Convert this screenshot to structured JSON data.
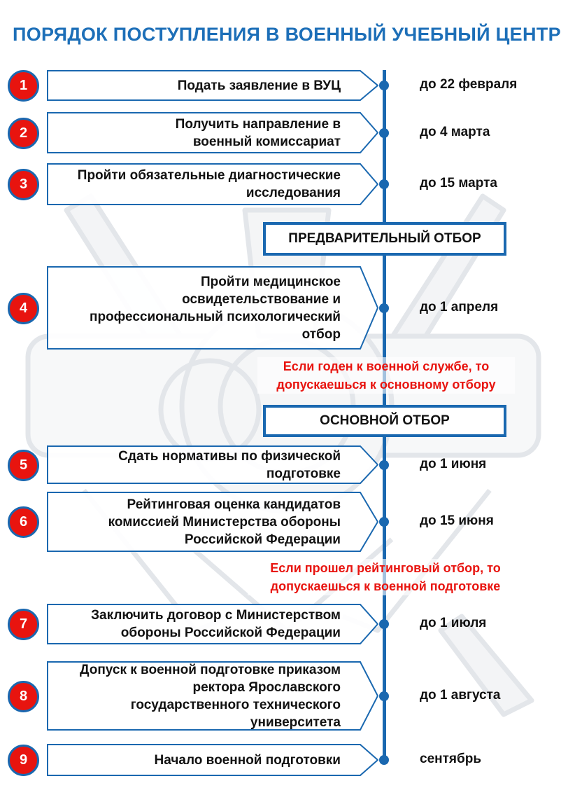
{
  "title": "ПОРЯДОК ПОСТУПЛЕНИЯ В ВОЕННЫЙ УЧЕБНЫЙ ЦЕНТР",
  "colors": {
    "accent": "#1a68b0",
    "number_fill": "#e8140f",
    "note_text": "#e8140f"
  },
  "steps": [
    {
      "num": "1",
      "lines": [
        "Подать заявление в ВУЦ"
      ],
      "date": "до 22 февраля"
    },
    {
      "num": "2",
      "lines": [
        "Получить направление в",
        "военный комиссариат"
      ],
      "date": "до 4 марта"
    },
    {
      "num": "3",
      "lines": [
        "Пройти обязательные диагностические",
        "исследования"
      ],
      "date": "до 15 марта"
    },
    {
      "num": "4",
      "lines": [
        "Пройти медицинское",
        "освидетельствование и",
        "профессиональный психологический",
        "отбор"
      ],
      "date": "до 1 апреля"
    },
    {
      "num": "5",
      "lines": [
        "Сдать нормативы по физической",
        "подготовке"
      ],
      "date": "до 1 июня"
    },
    {
      "num": "6",
      "lines": [
        "Рейтинговая оценка кандидатов",
        "комиссией Министерства обороны",
        "Российской Федерации"
      ],
      "date": "до 15 июня"
    },
    {
      "num": "7",
      "lines": [
        "Заключить договор с Министерством",
        "обороны Российской Федерации"
      ],
      "date": "до 1 июля"
    },
    {
      "num": "8",
      "lines": [
        "Допуск к военной подготовке приказом",
        "ректора Ярославского",
        "государственного технического",
        "университета"
      ],
      "date": "до 1 августа"
    },
    {
      "num": "9",
      "lines": [
        "Начало военной подготовки"
      ],
      "date": "сентябрь"
    }
  ],
  "stages": {
    "preliminary": "ПРЕДВАРИТЕЛЬНЫЙ ОТБОР",
    "main": "ОСНОВНОЙ ОТБОР"
  },
  "notes": {
    "note1": [
      "Если годен к военной службе, то",
      "допускаешься к основному отбору"
    ],
    "note2": [
      "Если прошел рейтинговый отбор, то",
      "допускаешься к военной подготовке"
    ]
  }
}
